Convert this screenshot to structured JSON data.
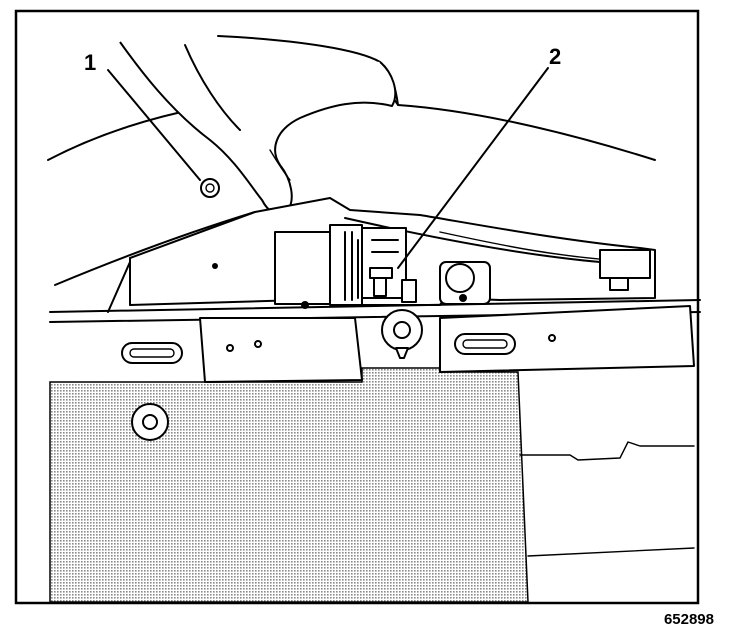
{
  "callouts": {
    "one": "1",
    "two": "2"
  },
  "figure_id": "652898",
  "colors": {
    "ink": "#000000",
    "paper": "#ffffff"
  },
  "icons": [
    "callout-leader-line",
    "bolt-icon",
    "slot-icon"
  ]
}
